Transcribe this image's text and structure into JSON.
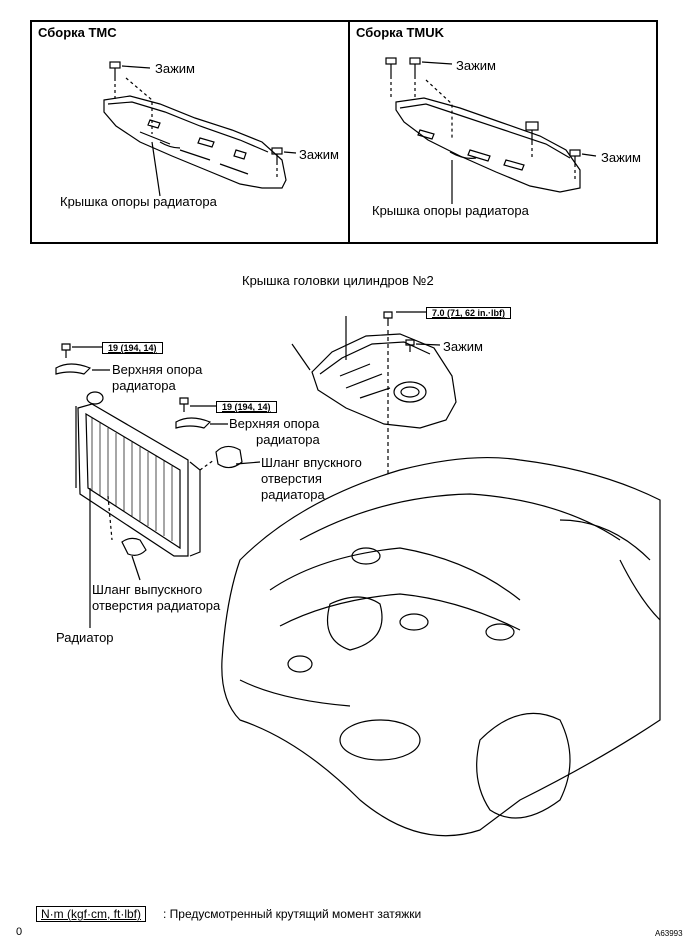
{
  "panels": {
    "left_title": "Сборка TMC",
    "right_title": "Сборка TMUK",
    "left_clamp_top": "Зажим",
    "left_clamp_side": "Зажим",
    "left_cover_label": "Крышка опоры радиатора",
    "right_clamp_top": "Зажим",
    "right_clamp_side": "Зажим",
    "right_cover_label": "Крышка опоры радиатора"
  },
  "main": {
    "head_cover_label": "Крышка головки цилиндров №2",
    "head_torque": "7.0 (71, 62 in.·lbf)",
    "head_clamp": "Зажим",
    "support_torque_1": "19 (194, 14)",
    "support_label_1_line1": "Верхняя опора",
    "support_label_1_line2": "радиатора",
    "support_torque_2": "19 (194, 14)",
    "support_label_2_line1": "Верхняя опора",
    "support_label_2_line2": "радиатора",
    "inlet_hose_line1": "Шланг впускного",
    "inlet_hose_line2": "отверстия",
    "inlet_hose_line3": "радиатора",
    "outlet_hose_line1": "Шланг выпускного",
    "outlet_hose_line2": "отверстия радиатора",
    "radiator_label": "Радиатор"
  },
  "legend": {
    "unit_box": "N·m (kgf·cm, ft·lbf)",
    "description": ": Предусмотренный крутящий момент затяжки"
  },
  "footer": {
    "page_marker": "0",
    "figure_code": "A63993"
  }
}
